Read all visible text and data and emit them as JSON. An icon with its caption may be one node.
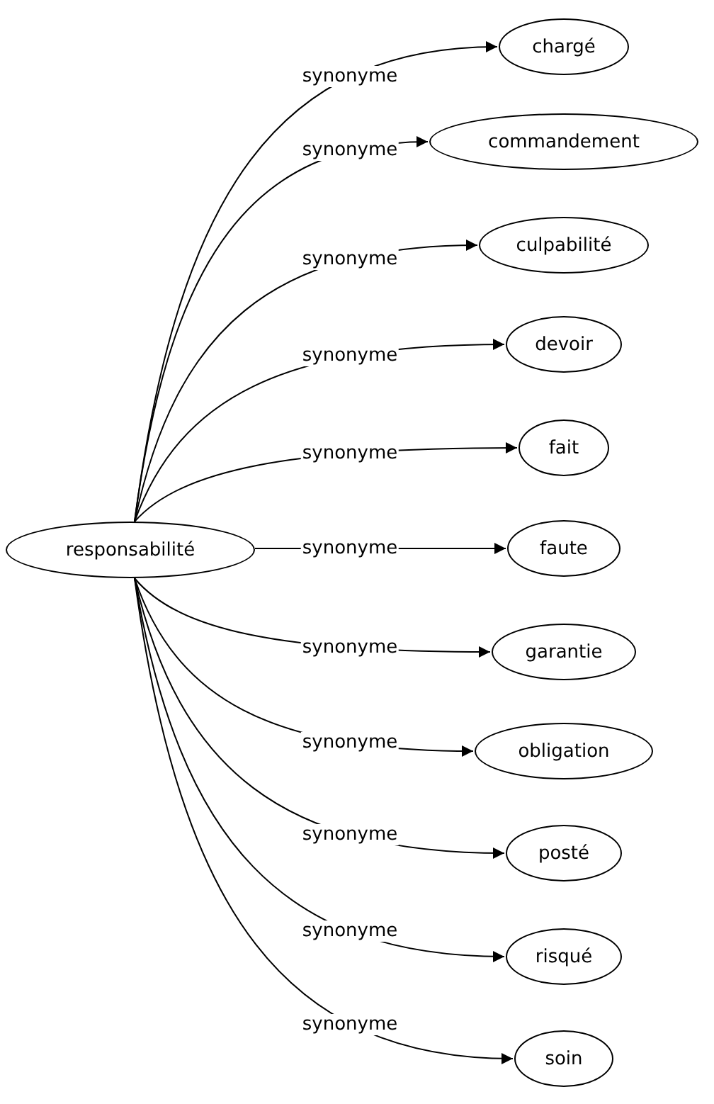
{
  "diagram": {
    "nodes": [
      {
        "text": [
          "responsabilité"
        ]
      },
      {
        "text": [
          "chargé"
        ]
      },
      {
        "text": [
          "commandement"
        ]
      },
      {
        "text": [
          "culpabilité"
        ]
      },
      {
        "text": [
          "devoir"
        ]
      },
      {
        "text": [
          "fait"
        ]
      },
      {
        "text": [
          "faute"
        ]
      },
      {
        "text": [
          "garantie"
        ]
      },
      {
        "text": [
          "obligation"
        ]
      },
      {
        "text": [
          "posté"
        ]
      },
      {
        "text": [
          "risqué"
        ]
      },
      {
        "text": [
          "soin"
        ]
      }
    ],
    "edges": [
      {
        "from": 0,
        "to": 1,
        "arrow": "to",
        "label": "synonyme"
      },
      {
        "from": 0,
        "to": 2,
        "arrow": "to",
        "label": "synonyme"
      },
      {
        "from": 0,
        "to": 3,
        "arrow": "to",
        "label": "synonyme"
      },
      {
        "from": 0,
        "to": 4,
        "arrow": "to",
        "label": "synonyme"
      },
      {
        "from": 0,
        "to": 5,
        "arrow": "to",
        "label": "synonyme"
      },
      {
        "from": 0,
        "to": 6,
        "arrow": "to",
        "label": "synonyme"
      },
      {
        "from": 0,
        "to": 7,
        "arrow": "to",
        "label": "synonyme"
      },
      {
        "from": 0,
        "to": 8,
        "arrow": "to",
        "label": "synonyme"
      },
      {
        "from": 0,
        "to": 9,
        "arrow": "to",
        "label": "synonyme"
      },
      {
        "from": 0,
        "to": 10,
        "arrow": "to",
        "label": "synonyme"
      },
      {
        "from": 0,
        "to": 11,
        "arrow": "to",
        "label": "synonyme"
      }
    ]
  }
}
